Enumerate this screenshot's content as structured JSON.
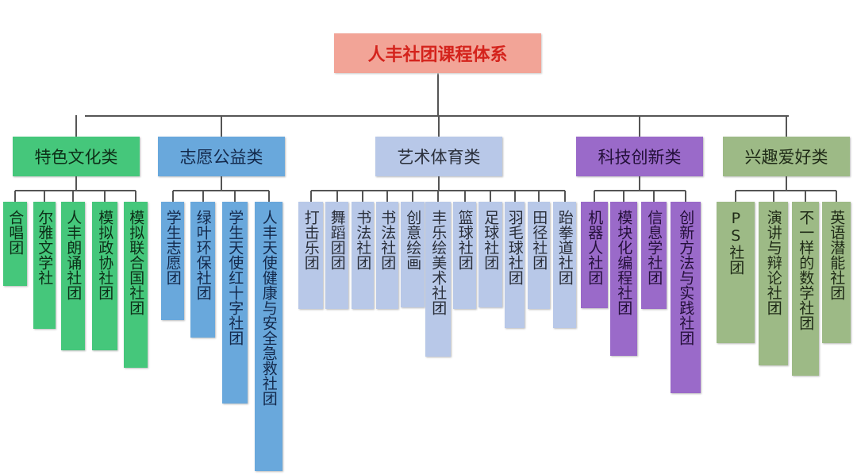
{
  "title": "人丰社团课程体系",
  "categories": [
    {
      "label": "特色文化类",
      "color": "#45c77b",
      "text_color": "#0d2f18",
      "items": [
        "合唱团",
        "尔雅文学社",
        "人丰朗诵社团",
        "模拟政协社团",
        "模拟联合国社团"
      ]
    },
    {
      "label": "志愿公益类",
      "color": "#69a8dc",
      "text_color": "#13284a",
      "items": [
        "学生志愿团",
        "绿叶环保社团",
        "学生天使红十字社团",
        "人丰天使健康与安全急救社团"
      ]
    },
    {
      "label": "艺术体育类",
      "color": "#b8c8e8",
      "text_color": "#2a2f3a",
      "items": [
        "打击乐团",
        "舞蹈团团",
        "书法社团",
        "书法社团",
        "创意绘画",
        "丰乐绘美术社团",
        "篮球社团",
        "足球社团",
        "羽毛球社团",
        "田径社团",
        "跆拳道社团"
      ]
    },
    {
      "label": "科技创新类",
      "color": "#9a6ac9",
      "text_color": "#24103a",
      "items": [
        "机器人社团",
        "模块化编程社团",
        "信息学社团",
        "创新方法与实践社团"
      ]
    },
    {
      "label": "兴趣爱好类",
      "color": "#9dba86",
      "text_color": "#1f2a17",
      "items": [
        "PS社团",
        "演讲与辩论社团",
        "不一样的数学社团",
        "英语潜能社团"
      ]
    }
  ]
}
